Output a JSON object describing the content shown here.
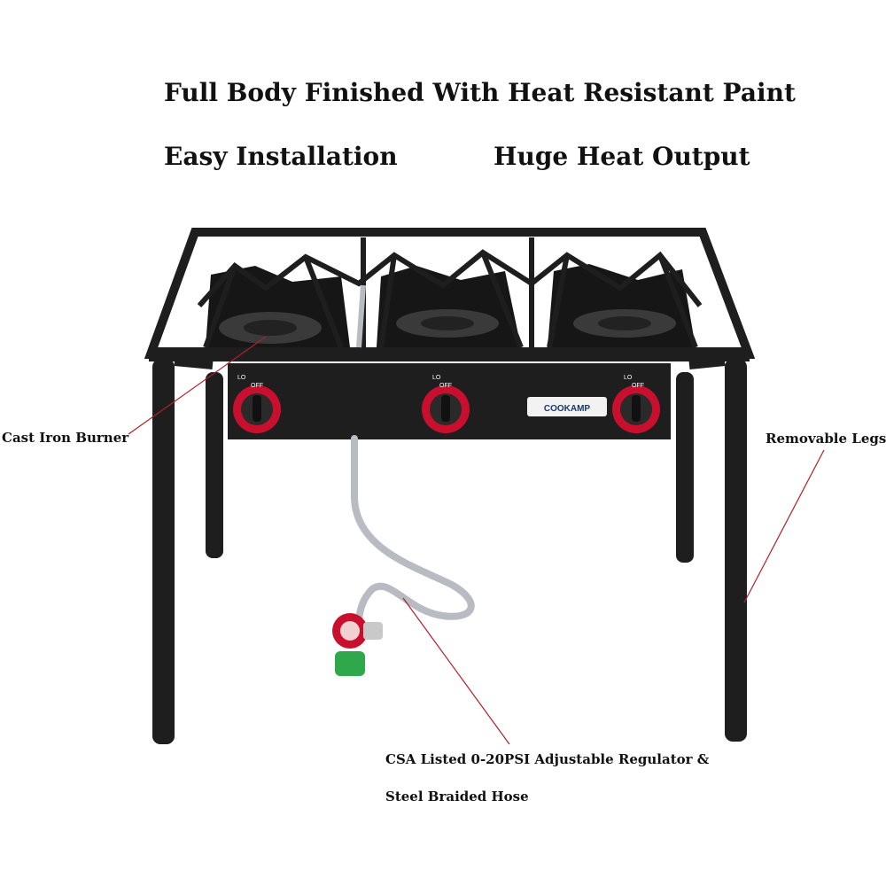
{
  "headlines": {
    "line1": "Full Body Finished With Heat Resistant Paint",
    "line2_left": "Easy Installation",
    "line2_right": "Huge Heat Output"
  },
  "callouts": {
    "burner": "Cast Iron Burner",
    "legs": "Removable Legs",
    "regulator_line1": "CSA Listed 0-20PSI Adjustable Regulator &",
    "regulator_line2": "Steel Braided Hose"
  },
  "product": {
    "brand_logo": "COOKAMP",
    "knob_labels": {
      "lo": "LO",
      "off": "OFF"
    }
  },
  "colors": {
    "body": "#1e1e1e",
    "knob_red": "#c8102e",
    "leader_line": "#b0202a",
    "regulator_green": "#2ea84a"
  }
}
